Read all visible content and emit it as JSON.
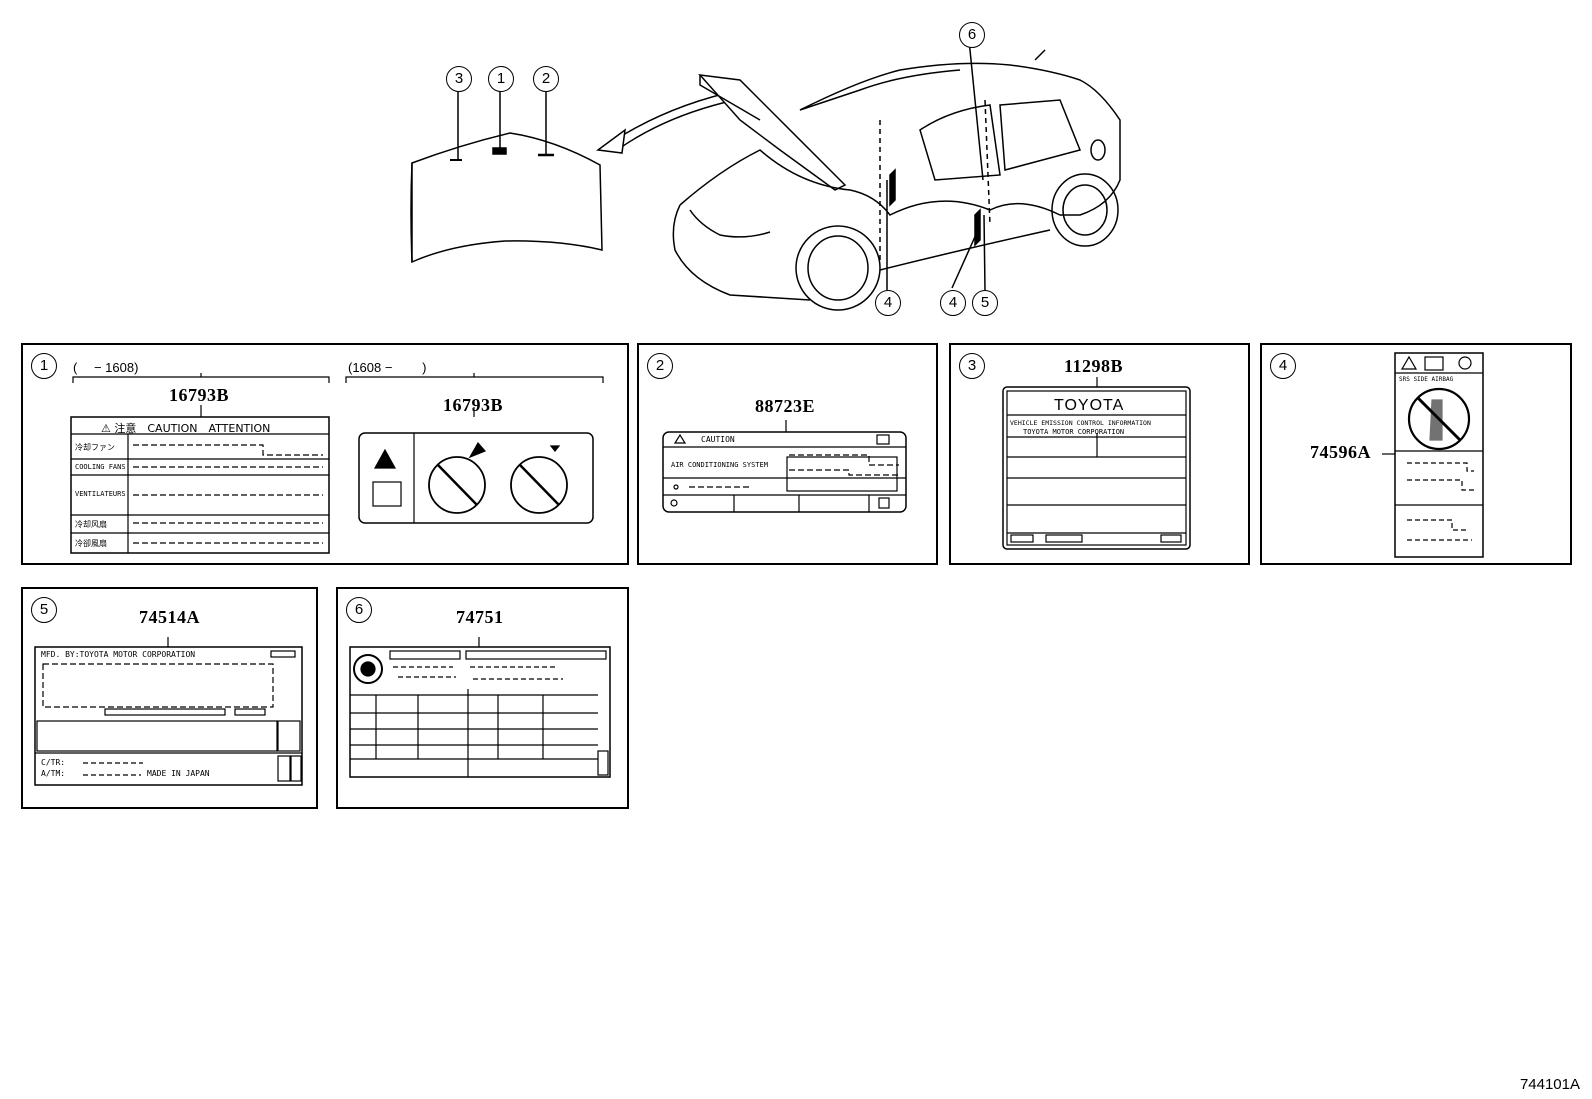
{
  "callouts": {
    "c1": "1",
    "c2": "2",
    "c3": "3",
    "c4": "4",
    "c5": "5",
    "c6": "6"
  },
  "panels": {
    "p1": {
      "num": "1",
      "range_before": "(　 − 1608)",
      "range_after": "(1608 − 　　)",
      "code_before": "16793B",
      "code_after": "16793B",
      "label_header": "⚠ 注意　CAUTION　ATTENTION",
      "rows": [
        "冷却ファン",
        "COOLING FANS",
        "VENTILATEURS",
        "冷却风扇",
        "冷卻風扇"
      ]
    },
    "p2": {
      "num": "2",
      "code": "88723E",
      "caution": "CAUTION",
      "system": "AIR CONDITIONING SYSTEM"
    },
    "p3": {
      "num": "3",
      "code": "11298B",
      "brand": "TOYOTA",
      "line1": "VEHICLE EMISSION CONTROL INFORMATION",
      "line2": "TOYOTA MOTOR CORPORATION"
    },
    "p4": {
      "num": "4",
      "code": "74596A",
      "tags": "SRS  SIDE  AIRBAG"
    },
    "p5": {
      "num": "5",
      "code": "74514A",
      "mfd": "MFD. BY:TOYOTA MOTOR CORPORATION",
      "ctr": "C/TR:",
      "atm": "A/TM:",
      "made": "MADE IN JAPAN"
    },
    "p6": {
      "num": "6",
      "code": "74751"
    }
  },
  "diagram_id": "744101A"
}
